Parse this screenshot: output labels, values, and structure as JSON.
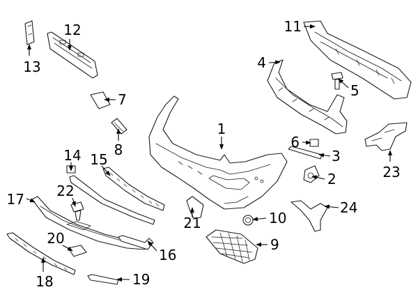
{
  "diagram": {
    "colors": {
      "line": "#1a1a1a",
      "label": "#000000",
      "background": "#ffffff"
    },
    "callouts": [
      {
        "id": "1",
        "label": "1"
      },
      {
        "id": "2",
        "label": "2"
      },
      {
        "id": "3",
        "label": "3"
      },
      {
        "id": "4",
        "label": "4"
      },
      {
        "id": "5",
        "label": "5"
      },
      {
        "id": "6",
        "label": "6"
      },
      {
        "id": "7",
        "label": "7"
      },
      {
        "id": "8",
        "label": "8"
      },
      {
        "id": "9",
        "label": "9"
      },
      {
        "id": "10",
        "label": "10"
      },
      {
        "id": "11",
        "label": "11"
      },
      {
        "id": "12",
        "label": "12"
      },
      {
        "id": "13",
        "label": "13"
      },
      {
        "id": "14",
        "label": "14"
      },
      {
        "id": "15",
        "label": "15"
      },
      {
        "id": "16",
        "label": "16"
      },
      {
        "id": "17",
        "label": "17"
      },
      {
        "id": "18",
        "label": "18"
      },
      {
        "id": "19",
        "label": "19"
      },
      {
        "id": "20",
        "label": "20"
      },
      {
        "id": "21",
        "label": "21"
      },
      {
        "id": "22",
        "label": "22"
      },
      {
        "id": "23",
        "label": "23"
      },
      {
        "id": "24",
        "label": "24"
      }
    ]
  }
}
